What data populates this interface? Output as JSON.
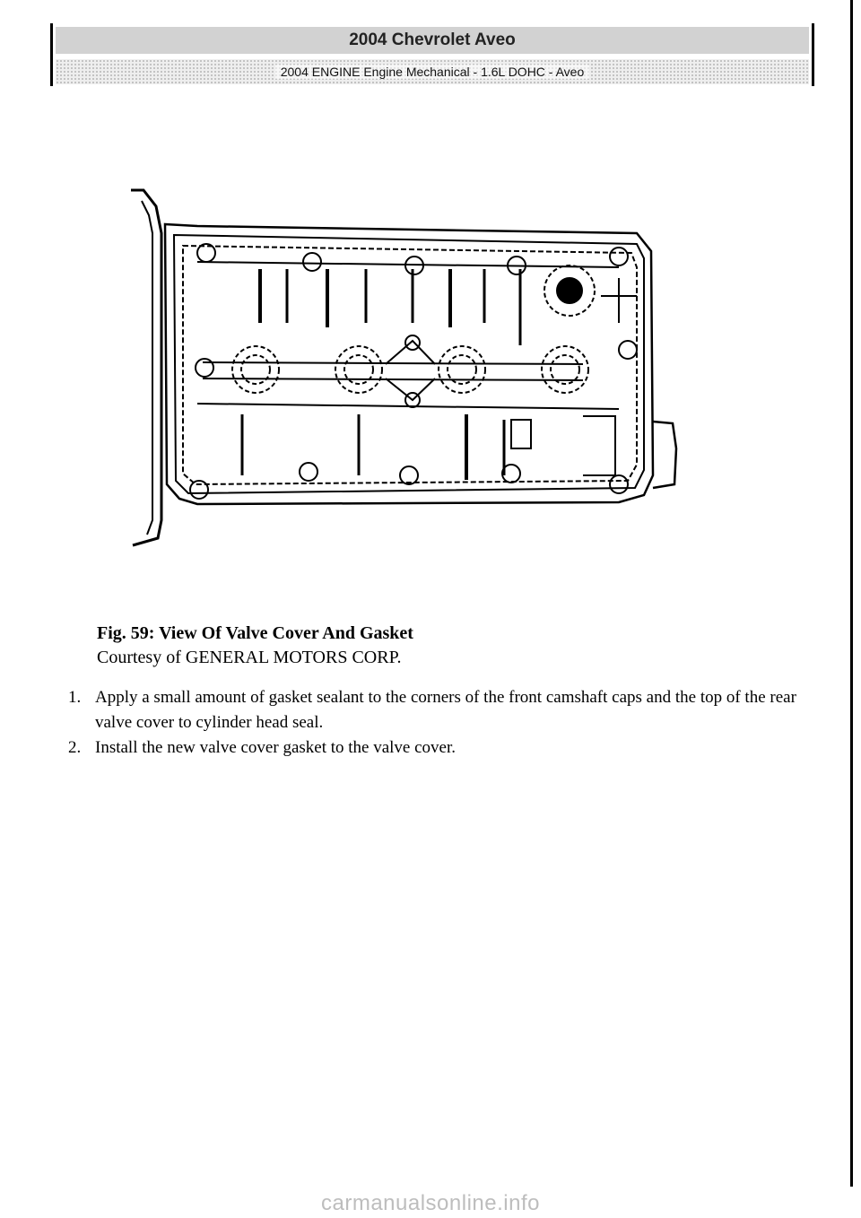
{
  "header": {
    "title": "2004 Chevrolet Aveo",
    "subtitle": "2004 ENGINE Engine Mechanical - 1.6L DOHC - Aveo"
  },
  "figure": {
    "icon": "valve-cover-drawing",
    "caption_title": "Fig. 59: View Of Valve Cover And Gasket",
    "caption_credit": "Courtesy of GENERAL MOTORS CORP."
  },
  "steps": [
    {
      "num": "1.",
      "text": "Apply a small amount of gasket sealant to the corners of the front camshaft caps and the top of the rear valve cover to cylinder head seal."
    },
    {
      "num": "2.",
      "text": "Install the new valve cover gasket to the valve cover."
    }
  ],
  "watermark": "carmanualsonline.info"
}
